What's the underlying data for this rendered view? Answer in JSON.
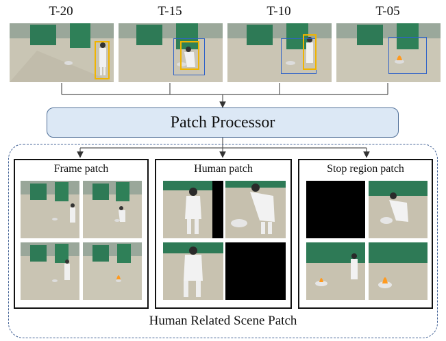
{
  "timeline": {
    "labels": [
      "T-20",
      "T-15",
      "T-10",
      "T-05"
    ]
  },
  "processor": {
    "label": "Patch Processor"
  },
  "panels": {
    "frame": {
      "title": "Frame patch"
    },
    "human": {
      "title": "Human patch"
    },
    "stop": {
      "title": "Stop region patch"
    }
  },
  "footer": {
    "label": "Human Related Scene Patch"
  },
  "colors": {
    "human_box": "#f0b400",
    "stop_box": "#2f62c8",
    "processor_fill": "#dce8f5",
    "dashed_border": "#3f5f94"
  }
}
